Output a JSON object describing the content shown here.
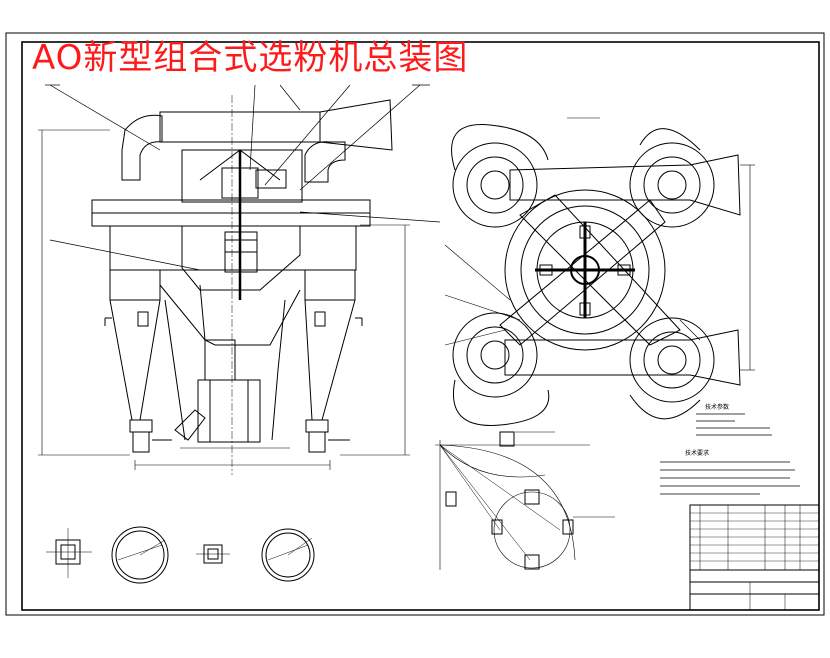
{
  "drawing": {
    "title": "AO新型组合式选粉机总装图",
    "title_color": "#ff1a1a",
    "line_color": "#000000",
    "background": "#ffffff"
  },
  "tech_requirements": {
    "heading_1": "技术参数",
    "heading_2": "技术要求"
  }
}
